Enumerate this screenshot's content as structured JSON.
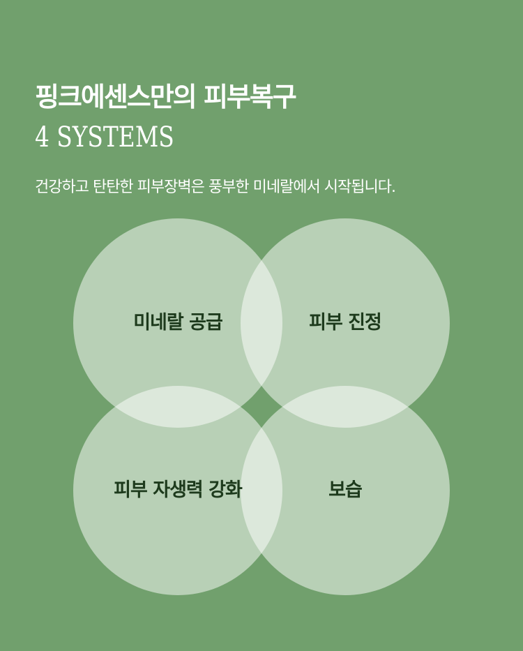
{
  "header": {
    "title": "핑크에센스만의 피부복구",
    "subtitle": "4 SYSTEMS",
    "description": "건강하고 탄탄한 피부장벽은 풍부한 미네랄에서 시작됩니다."
  },
  "systems": [
    {
      "label": "미네랄 공급"
    },
    {
      "label": "피부 진정"
    },
    {
      "label": "피부 자생력 강화"
    },
    {
      "label": "보습"
    }
  ],
  "colors": {
    "background": "#71a06d",
    "label": "#1d3a1c"
  }
}
